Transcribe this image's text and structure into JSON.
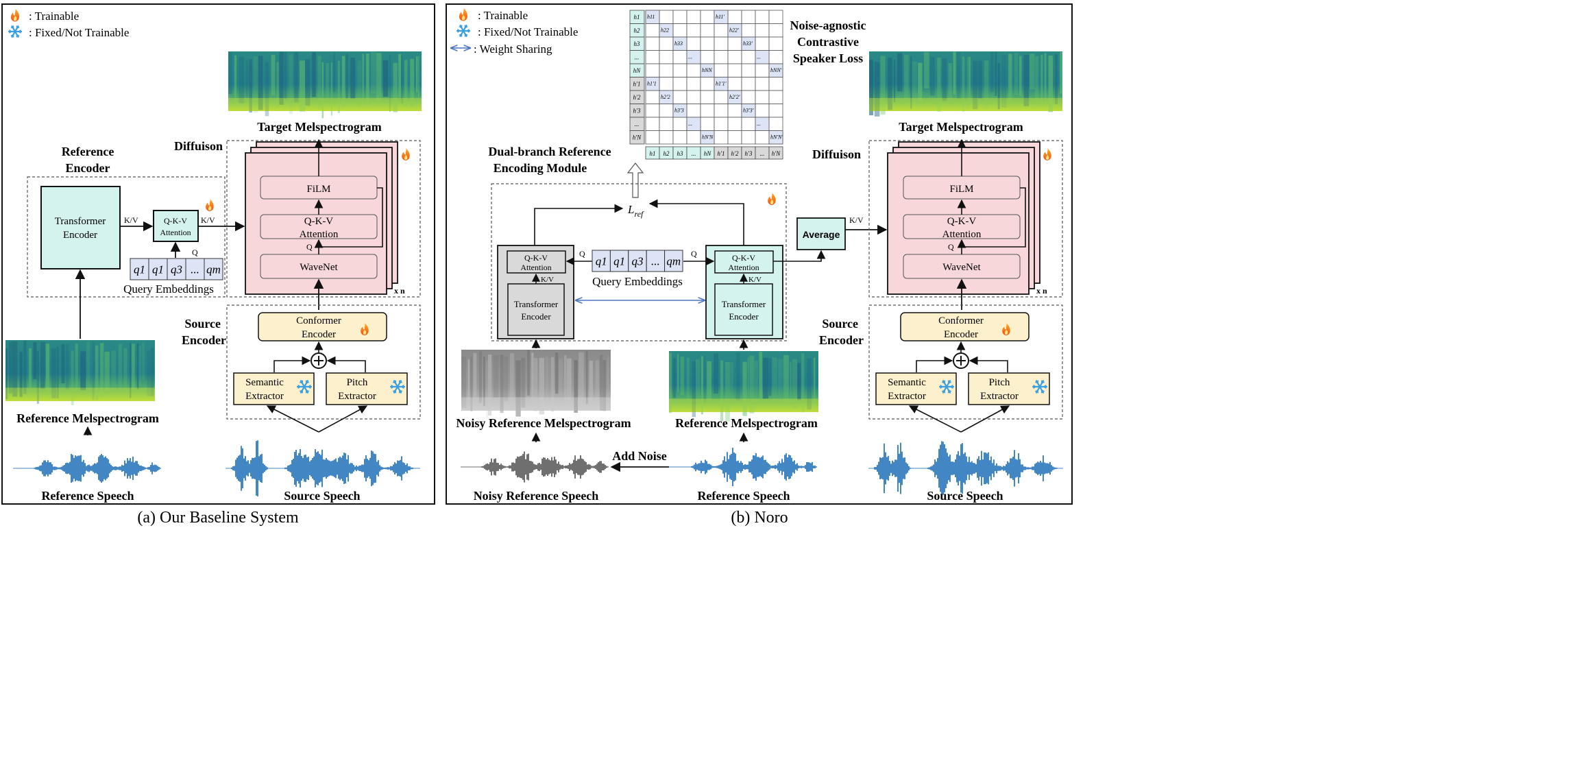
{
  "legend_a": {
    "trainable": ": Trainable",
    "fixed": ": Fixed/Not Trainable"
  },
  "legend_b": {
    "trainable": ": Trainable",
    "fixed": ": Fixed/Not Trainable",
    "sharing": ": Weight Sharing"
  },
  "panel_a": {
    "caption": "(a) Our Baseline System",
    "ref_encoder_title_1": "Reference",
    "ref_encoder_title_2": "Encoder",
    "transformer_1": "Transformer",
    "transformer_2": "Encoder",
    "qkv_1": "Q-K-V",
    "qkv_2": "Attention",
    "kv": "K/V",
    "q": "Q",
    "queries": [
      "q1",
      "q1",
      "q3",
      "...",
      "qm"
    ],
    "query_embeddings": "Query Embeddings",
    "diffusion": "Diffuison",
    "target_mel": "Target Melspectrogram",
    "film": "FiLM",
    "wavenet": "WaveNet",
    "xn": "x n",
    "source_encoder_1": "Source",
    "source_encoder_2": "Encoder",
    "conformer_1": "Conformer",
    "conformer_2": "Encoder",
    "semantic_1": "Semantic",
    "semantic_2": "Extractor",
    "pitch_1": "Pitch",
    "pitch_2": "Extractor",
    "ref_mel": "Reference Melspectrogram",
    "ref_speech": "Reference Speech",
    "source_speech": "Source Speech"
  },
  "panel_b": {
    "caption": "(b) Noro",
    "dual_branch_1": "Dual-branch Reference",
    "dual_branch_2": "Encoding Module",
    "loss_1": "Noise-agnostic",
    "loss_2": "Contrastive",
    "loss_3": "Speaker Loss",
    "lref": "L",
    "lref_sub": "ref",
    "average": "Average",
    "kv": "K/V",
    "q": "Q",
    "queries": [
      "q1",
      "q1",
      "q3",
      "...",
      "qm"
    ],
    "query_embeddings": "Query Embeddings",
    "qkv_1": "Q-K-V",
    "qkv_2": "Attention",
    "transformer_1": "Transformer",
    "transformer_2": "Encoder",
    "diffusion": "Diffuison",
    "target_mel": "Target Melspectrogram",
    "film": "FiLM",
    "wavenet": "WaveNet",
    "xn": "x n",
    "source_encoder_1": "Source",
    "source_encoder_2": "Encoder",
    "conformer_1": "Conformer",
    "conformer_2": "Encoder",
    "semantic_1": "Semantic",
    "semantic_2": "Extractor",
    "pitch_1": "Pitch",
    "pitch_2": "Extractor",
    "noisy_mel": "Noisy Reference Melspectrogram",
    "ref_mel": "Reference Melspectrogram",
    "add_noise": "Add Noise",
    "noisy_speech": "Noisy Reference Speech",
    "ref_speech": "Reference Speech",
    "source_speech": "Source Speech"
  },
  "matrix": {
    "row_labels": [
      "h1",
      "h2",
      "h3",
      "...",
      "hN",
      "h'1",
      "h'2",
      "h'3",
      "...",
      "h'N"
    ],
    "col_labels": [
      "h1",
      "h2",
      "h3",
      "...",
      "hN",
      "h'1",
      "h'2",
      "h'3",
      "...",
      "h'N"
    ],
    "cells": [
      {
        "r": 0,
        "c": 0,
        "t": "h11"
      },
      {
        "r": 0,
        "c": 5,
        "t": "h11'"
      },
      {
        "r": 1,
        "c": 1,
        "t": "h22"
      },
      {
        "r": 1,
        "c": 6,
        "t": "h22'"
      },
      {
        "r": 2,
        "c": 2,
        "t": "h33"
      },
      {
        "r": 2,
        "c": 7,
        "t": "h33'"
      },
      {
        "r": 3,
        "c": 3,
        "t": "..."
      },
      {
        "r": 3,
        "c": 8,
        "t": "..."
      },
      {
        "r": 4,
        "c": 4,
        "t": "hNN"
      },
      {
        "r": 4,
        "c": 9,
        "t": "hNN'"
      },
      {
        "r": 5,
        "c": 0,
        "t": "h1'1"
      },
      {
        "r": 5,
        "c": 5,
        "t": "h1'1'"
      },
      {
        "r": 6,
        "c": 1,
        "t": "h2'2"
      },
      {
        "r": 6,
        "c": 6,
        "t": "h2'2'"
      },
      {
        "r": 7,
        "c": 2,
        "t": "h3'3"
      },
      {
        "r": 7,
        "c": 7,
        "t": "h3'3'"
      },
      {
        "r": 8,
        "c": 3,
        "t": "..."
      },
      {
        "r": 8,
        "c": 8,
        "t": "..."
      },
      {
        "r": 9,
        "c": 4,
        "t": "hN'N"
      },
      {
        "r": 9,
        "c": 9,
        "t": "hN'N'"
      }
    ]
  },
  "colors": {
    "teal_box": "#d4f2ee",
    "pink_box": "#f8d7db",
    "yellow_box": "#fdf0cc",
    "gray_box": "#d9d9d9",
    "query_box": "#dce4f5",
    "wave_blue": "#2e78bd",
    "wave_gray": "#5f5f5f",
    "share_arrow": "#4b74c6"
  }
}
